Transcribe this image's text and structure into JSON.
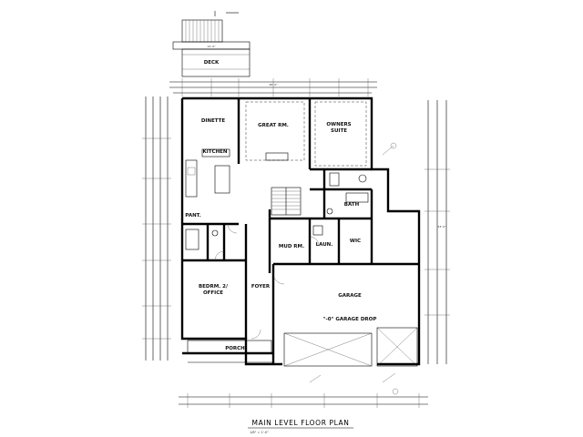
{
  "plan": {
    "title": "MAIN LEVEL FLOOR PLAN",
    "scale": "1/8\" = 1'-0\"",
    "rooms": {
      "deck": "DECK",
      "dinette": "DINETTE",
      "kitchen": "KITCHEN",
      "great_rm": "GREAT RM.",
      "owners_suite_1": "OWNERS",
      "owners_suite_2": "SUITE",
      "pantry": "PANT.",
      "bath": "BATH",
      "wic": "WIC",
      "mud_rm": "MUD RM.",
      "laundry": "LAUN.",
      "bedroom_1": "BEDRM. 2/",
      "bedroom_2": "OFFICE",
      "foyer": "FOYER",
      "porch": "PORCH",
      "garage": "GARAGE",
      "garage_drop": "\"-0\" GARAGE DROP"
    },
    "dimensions": {
      "top_overall": "48'-0\"",
      "deck_width": "12'-0\"",
      "right_depth": "53'-0\""
    }
  }
}
